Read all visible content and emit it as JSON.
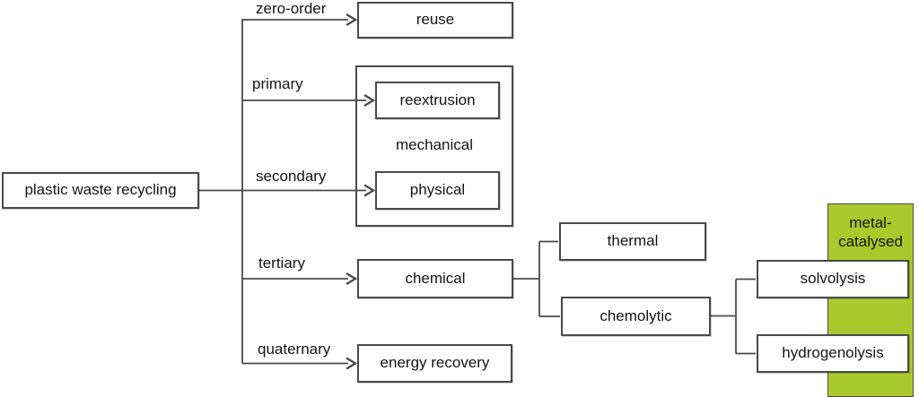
{
  "figure": {
    "root_label": "plastic waste recycling",
    "branch_labels": {
      "zero_order": "zero-order",
      "primary": "primary",
      "secondary": "secondary",
      "tertiary": "tertiary",
      "quaternary": "quaternary"
    },
    "nodes": {
      "reuse": "reuse",
      "reextrusion": "reextrusion",
      "mechanical": "mechanical",
      "physical": "physical",
      "chemical": "chemical",
      "energy_recovery": "energy recovery",
      "thermal": "thermal",
      "chemolytic": "chemolytic",
      "solvolysis": "solvolysis",
      "hydrogenolysis": "hydrogenolysis"
    },
    "highlight_label": "metal-\ncatalysed",
    "edges": [
      {
        "from": "plastic waste recycling",
        "label": "zero-order",
        "to": "reuse",
        "arrow": true
      },
      {
        "from": "plastic waste recycling",
        "label": "primary",
        "to": "reextrusion",
        "arrow": true
      },
      {
        "from": "plastic waste recycling",
        "label": "secondary",
        "to": "physical",
        "arrow": true
      },
      {
        "from": "plastic waste recycling",
        "label": "tertiary",
        "to": "chemical",
        "arrow": true
      },
      {
        "from": "plastic waste recycling",
        "label": "quaternary",
        "to": "energy recovery",
        "arrow": true
      },
      {
        "from": "chemical",
        "to": "thermal",
        "arrow": false
      },
      {
        "from": "chemical",
        "to": "chemolytic",
        "arrow": false
      },
      {
        "from": "chemolytic",
        "to": "solvolysis",
        "arrow": false
      },
      {
        "from": "chemolytic",
        "to": "hydrogenolysis",
        "arrow": false
      }
    ],
    "groups": [
      {
        "label": "mechanical",
        "members": [
          "reextrusion",
          "physical"
        ]
      },
      {
        "label": "metal-catalysed",
        "members": [
          "solvolysis",
          "hydrogenolysis"
        ]
      }
    ]
  },
  "colors": {
    "highlight-green": "#abc82c",
    "line": "#4a4a4c",
    "box-border": "#4a4a4c",
    "text": "#141414",
    "canvas-bg": "#ffffff"
  }
}
